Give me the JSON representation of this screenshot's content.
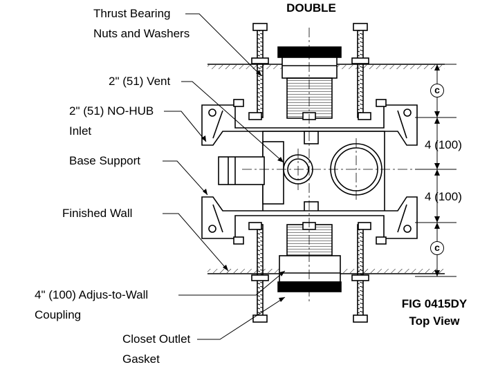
{
  "heading": "DOUBLE",
  "figure": {
    "line1": "FIG 0415DY",
    "line2": "Top View"
  },
  "labels": {
    "thrust_1": "Thrust Bearing",
    "thrust_2": "Nuts and Washers",
    "vent": "2\" (51) Vent",
    "inlet_1": "2\" (51) NO-HUB",
    "inlet_2": "Inlet",
    "base": "Base Support",
    "wall": "Finished Wall",
    "coupling_1": "4\" (100) Adjus-to-Wall",
    "coupling_2": "Coupling",
    "gasket_1": "Closet Outlet",
    "gasket_2": "Gasket"
  },
  "dimensions": {
    "upper": "4 (100)",
    "lower": "4 (100)",
    "c_top": "c",
    "c_bottom": "c"
  }
}
